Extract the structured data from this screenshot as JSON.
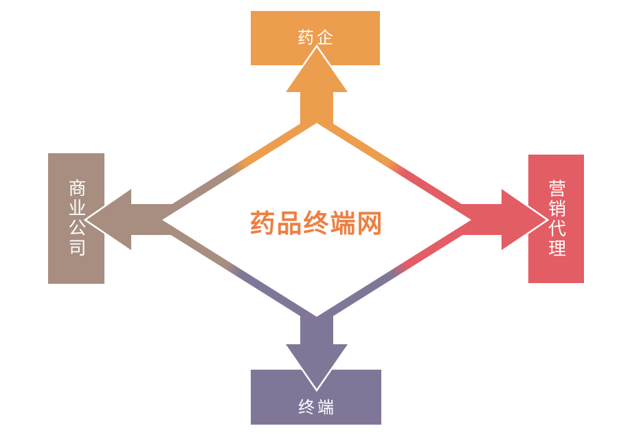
{
  "background": "#ffffff",
  "center": {
    "label": "药品终端网",
    "color": "#EC8043",
    "fill": "#ffffff"
  },
  "nodes": {
    "top": {
      "label": "药企",
      "color": "#EC9D4E"
    },
    "right": {
      "label": "营销代理",
      "color": "#E35D64"
    },
    "bottom": {
      "label": "终端",
      "color": "#807798"
    },
    "left": {
      "label": "商业公司",
      "color": "#A78E80"
    }
  }
}
